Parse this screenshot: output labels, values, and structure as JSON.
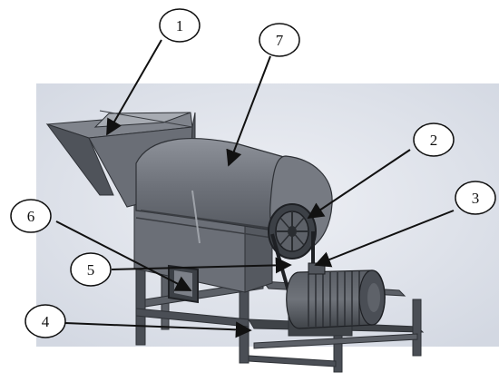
{
  "diagram": {
    "colors": {
      "backdrop": "#dfe3ec",
      "metal_dark": "#4f535a",
      "metal_mid": "#6d7179",
      "metal_light": "#8e929a",
      "metal_highlight": "#b2b6bd",
      "line": "#111111",
      "callout_fill": "#ffffff"
    },
    "callouts": [
      {
        "id": "1",
        "label": "1"
      },
      {
        "id": "2",
        "label": "2"
      },
      {
        "id": "3",
        "label": "3"
      },
      {
        "id": "4",
        "label": "4"
      },
      {
        "id": "5",
        "label": "5"
      },
      {
        "id": "6",
        "label": "6"
      },
      {
        "id": "7",
        "label": "7"
      }
    ]
  }
}
